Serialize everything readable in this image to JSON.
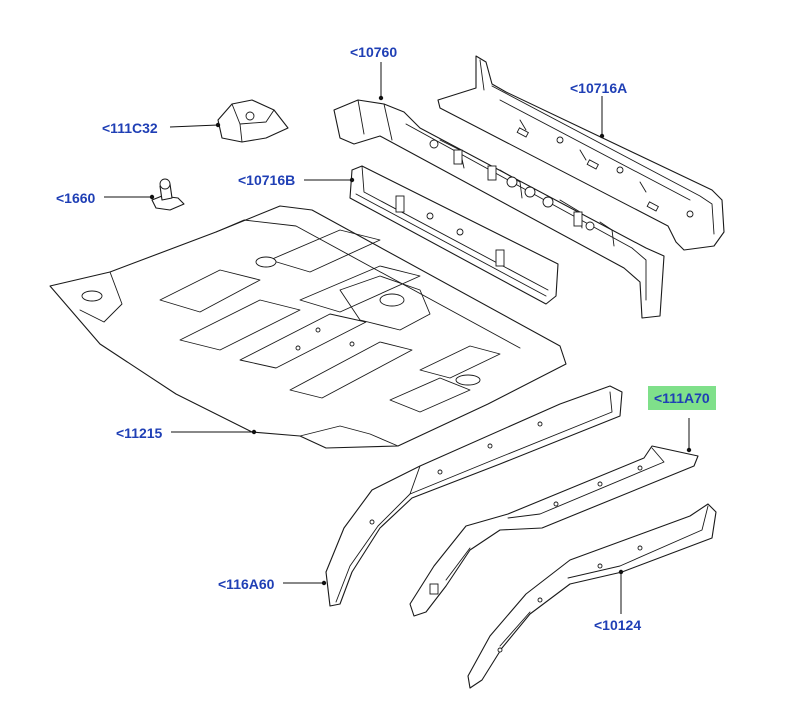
{
  "colors": {
    "label_text": "#1f3fb5",
    "highlight": "#7fe08a",
    "line_art": "#1a1a1a",
    "background": "#ffffff"
  },
  "callouts": {
    "p10760": "<10760",
    "p10716A": "<10716A",
    "p111C32": "<111C32",
    "p10716B": "<10716B",
    "p1660": "<1660",
    "p11215": "<11215",
    "p111A70": "<111A70",
    "p116A60": "<116A60",
    "p10124": "<10124"
  },
  "highlighted_callout": "<111A70"
}
